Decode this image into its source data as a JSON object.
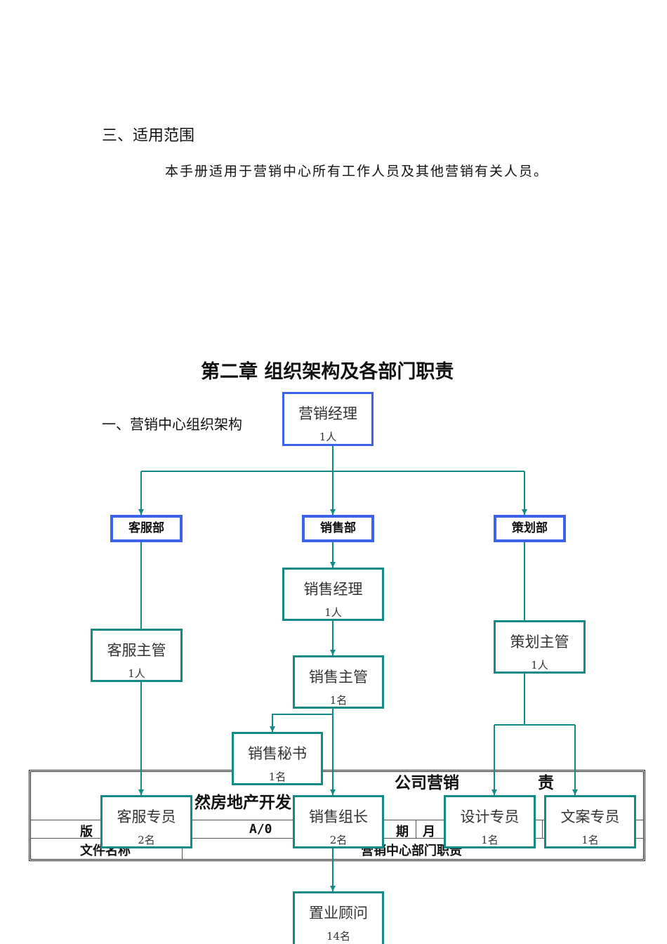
{
  "section3": {
    "heading": "三、适用范围",
    "text": "本手册适用于营销中心所有工作人员及其他营销有关人员。"
  },
  "chapter": {
    "title": "第二章 组织架构及各部门职责",
    "subheading": "一、营销中心组织架构"
  },
  "footer_table": {
    "title_parts": [
      "然房地产开发",
      "公司营销",
      "责"
    ],
    "version_label": "版",
    "version": "A/0",
    "date_label": "期",
    "extra": "月",
    "file_label": "文件名称",
    "file_name": "营销中心部门职责"
  },
  "org": {
    "top": {
      "title": "营销经理",
      "count": "1人"
    },
    "depts": [
      "客服部",
      "销售部",
      "策划部"
    ],
    "nodes": [
      {
        "title": "销售经理",
        "count": "1人"
      },
      {
        "title": "客服主管",
        "count": "1人"
      },
      {
        "title": "策划主管",
        "count": "1人"
      },
      {
        "title": "销售主管",
        "count": "1名"
      },
      {
        "title": "销售秘书",
        "count": "1名"
      },
      {
        "title": "客服专员",
        "count": "2名"
      },
      {
        "title": "销售组长",
        "count": "2名"
      },
      {
        "title": "设计专员",
        "count": "1名"
      },
      {
        "title": "文案专员",
        "count": "1名"
      },
      {
        "title": "置业顾问",
        "count": "14名"
      }
    ]
  },
  "colors": {
    "line": "#138a86",
    "blue": "#3b63e8"
  }
}
